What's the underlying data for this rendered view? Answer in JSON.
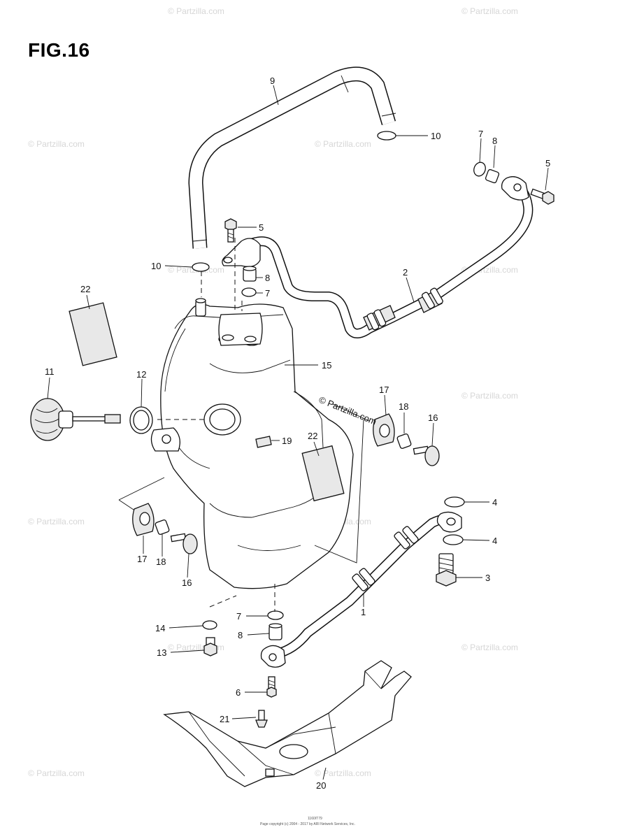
{
  "figure": {
    "title": "FIG.16"
  },
  "watermark": {
    "text": "© Partzilla.com"
  },
  "callout": {
    "text": "© Partzilla.com"
  },
  "labels": {
    "p1": "1",
    "p2": "2",
    "p3": "3",
    "p4a": "4",
    "p4b": "4",
    "p5a": "5",
    "p5b": "5",
    "p6": "6",
    "p7a": "7",
    "p7b": "7",
    "p7c": "7",
    "p8a": "8",
    "p8b": "8",
    "p8c": "8",
    "p9": "9",
    "p10a": "10",
    "p10b": "10",
    "p11": "11",
    "p12": "12",
    "p13": "13",
    "p14": "14",
    "p15": "15",
    "p16a": "16",
    "p16b": "16",
    "p17a": "17",
    "p17b": "17",
    "p18a": "18",
    "p18b": "18",
    "p19": "19",
    "p20": "20",
    "p21": "21",
    "p22a": "22",
    "p22b": "22"
  },
  "footer": {
    "code": "1160IT79",
    "copyright": "Page copyright (c) 2004 - 2017 by ARI Network Services, Inc."
  }
}
